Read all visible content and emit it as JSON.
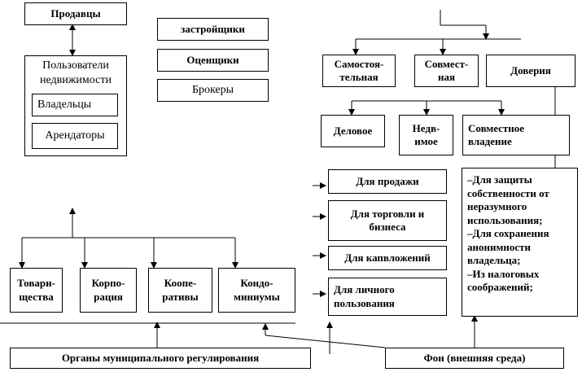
{
  "sellers": "Продавцы",
  "builders": "застройщики",
  "appraisers": "Оценщики",
  "brokers": "Брокеры",
  "users": {
    "title": "Пользователи\nнедвижимости",
    "owners": "Владельцы",
    "tenants": "Арендаторы"
  },
  "ownership": {
    "sole": "Самостоя-\nтельная",
    "joint": "Совмест-\nная",
    "trust": "Доверия"
  },
  "joint_types": {
    "business": "Деловое",
    "realty": "Недв-\nимое",
    "co_ownership": "Совместное\nвладение"
  },
  "purposes": {
    "sale": "Для продажи",
    "trade": "Для торговли и\nбизнеса",
    "invest": "Для капвложений",
    "personal": "Для личного\nпользования"
  },
  "trust_reasons": "–Для защиты\nсобственности от\nнеразумного\nиспользования;\n–Для сохранения\nанонимности\nвладельца;\n–Из налоговых\nсоображений;",
  "forms": {
    "partnership": "Товари-\nщества",
    "corporation": "Корпо-\nрация",
    "cooperative": "Коопе-\nративы",
    "condo": "Кондо-\nминиумы"
  },
  "municipal": "Органы муниципального регулирования",
  "environment": "Фон (внешняя среда)"
}
